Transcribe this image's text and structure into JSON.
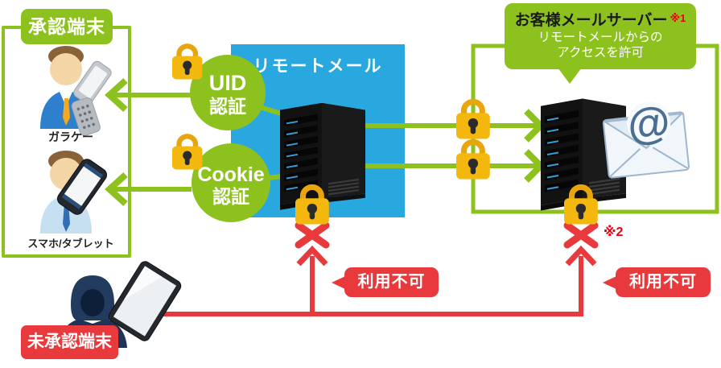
{
  "approved": {
    "title": "承認端末",
    "device1_label": "ガラケー",
    "device2_label": "スマホ/タブレット"
  },
  "auth": {
    "uid_line1": "UID",
    "uid_line2": "認証",
    "cookie_line1": "Cookie",
    "cookie_line2": "認証"
  },
  "remote_mail": {
    "title": "リモートメール"
  },
  "customer_server": {
    "title": "お客様メールサーバー",
    "footnote1": "※1",
    "subtitle_line1": "リモートメールからの",
    "subtitle_line2": "アクセスを許可",
    "footnote2": "※2"
  },
  "unapproved": {
    "title": "未承認端末"
  },
  "blocked": {
    "label1": "利用不可",
    "label2": "利用不可"
  },
  "envelope": {
    "at_sign": "@"
  },
  "colors": {
    "green": "#8DC21E",
    "blue": "#29A8DF",
    "red": "#E8393D",
    "footnote_red": "#E60012",
    "lock_yellow": "#F3B70D"
  }
}
